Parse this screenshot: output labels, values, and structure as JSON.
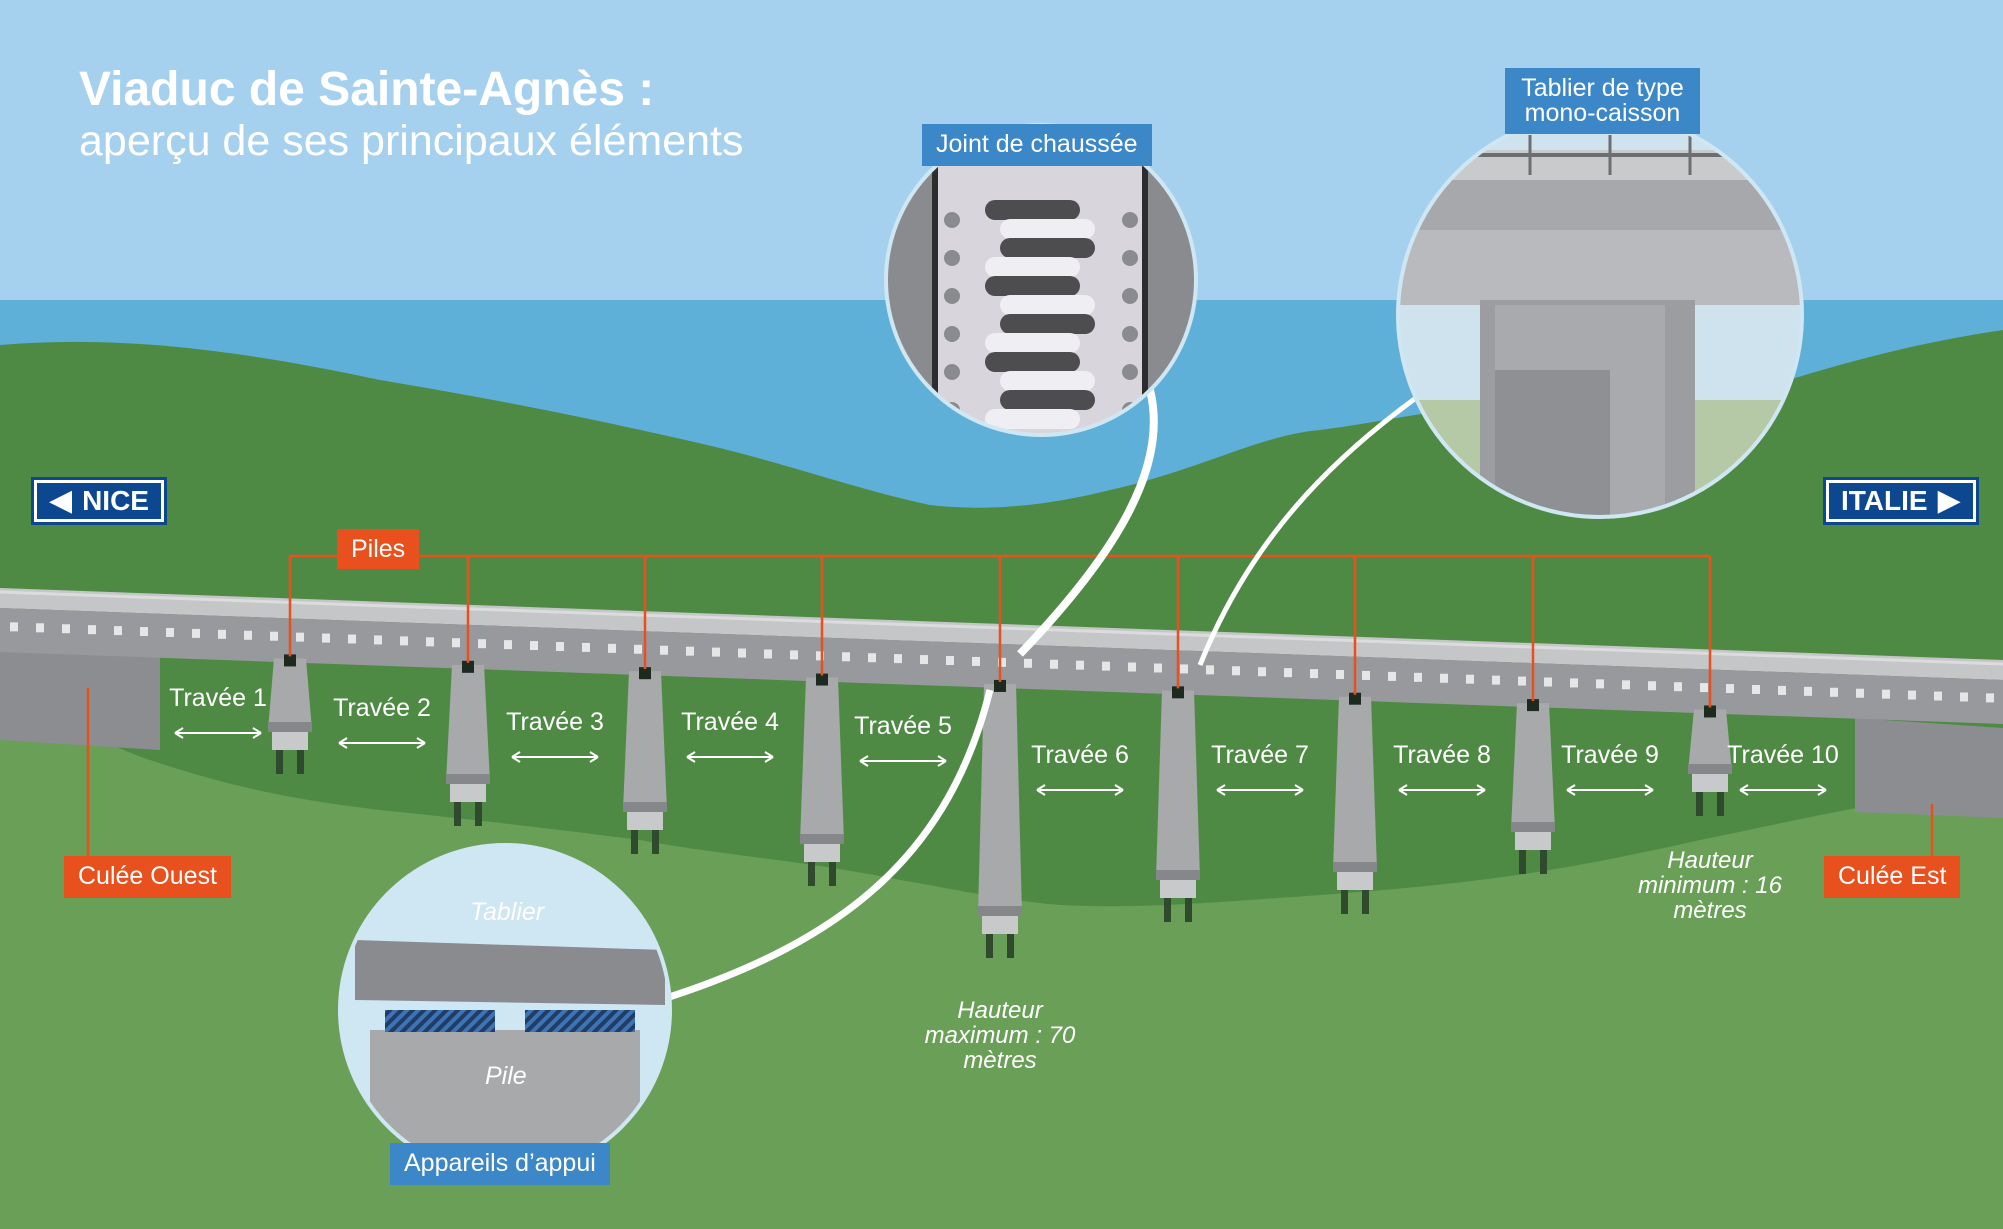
{
  "title": {
    "line1": "Viaduc de Sainte-Agnès :",
    "line2": "aperçu de ses principaux éléments"
  },
  "signs": {
    "west": "NICE",
    "east": "ITALIE",
    "west_icon": "arrow-left-icon",
    "east_icon": "arrow-right-icon"
  },
  "labels": {
    "piles": "Piles",
    "culee_ouest": "Culée Ouest",
    "culee_est": "Culée Est",
    "joint": "Joint de chaussée",
    "tablier_type": "Tablier de type mono-caisson",
    "appareils": "Appareils d’appui",
    "inset_tablier": "Tablier",
    "inset_pile": "Pile"
  },
  "spans": [
    "Travée 1",
    "Travée 2",
    "Travée 3",
    "Travée 4",
    "Travée 5",
    "Travée 6",
    "Travée 7",
    "Travée 8",
    "Travée 9",
    "Travée 10"
  ],
  "notes": {
    "max": "Hauteur maximum : 70 mètres",
    "min": "Hauteur minimum : 16 mètres"
  },
  "colors": {
    "sky": "#a5d1ef",
    "sea": "#5fb0d9",
    "hill": "#4f8a45",
    "ground": "#6a9f58",
    "orange": "#e8511e",
    "blue": "#3b87c7",
    "navy": "#0d4790",
    "concrete": "#a8a9ab"
  }
}
